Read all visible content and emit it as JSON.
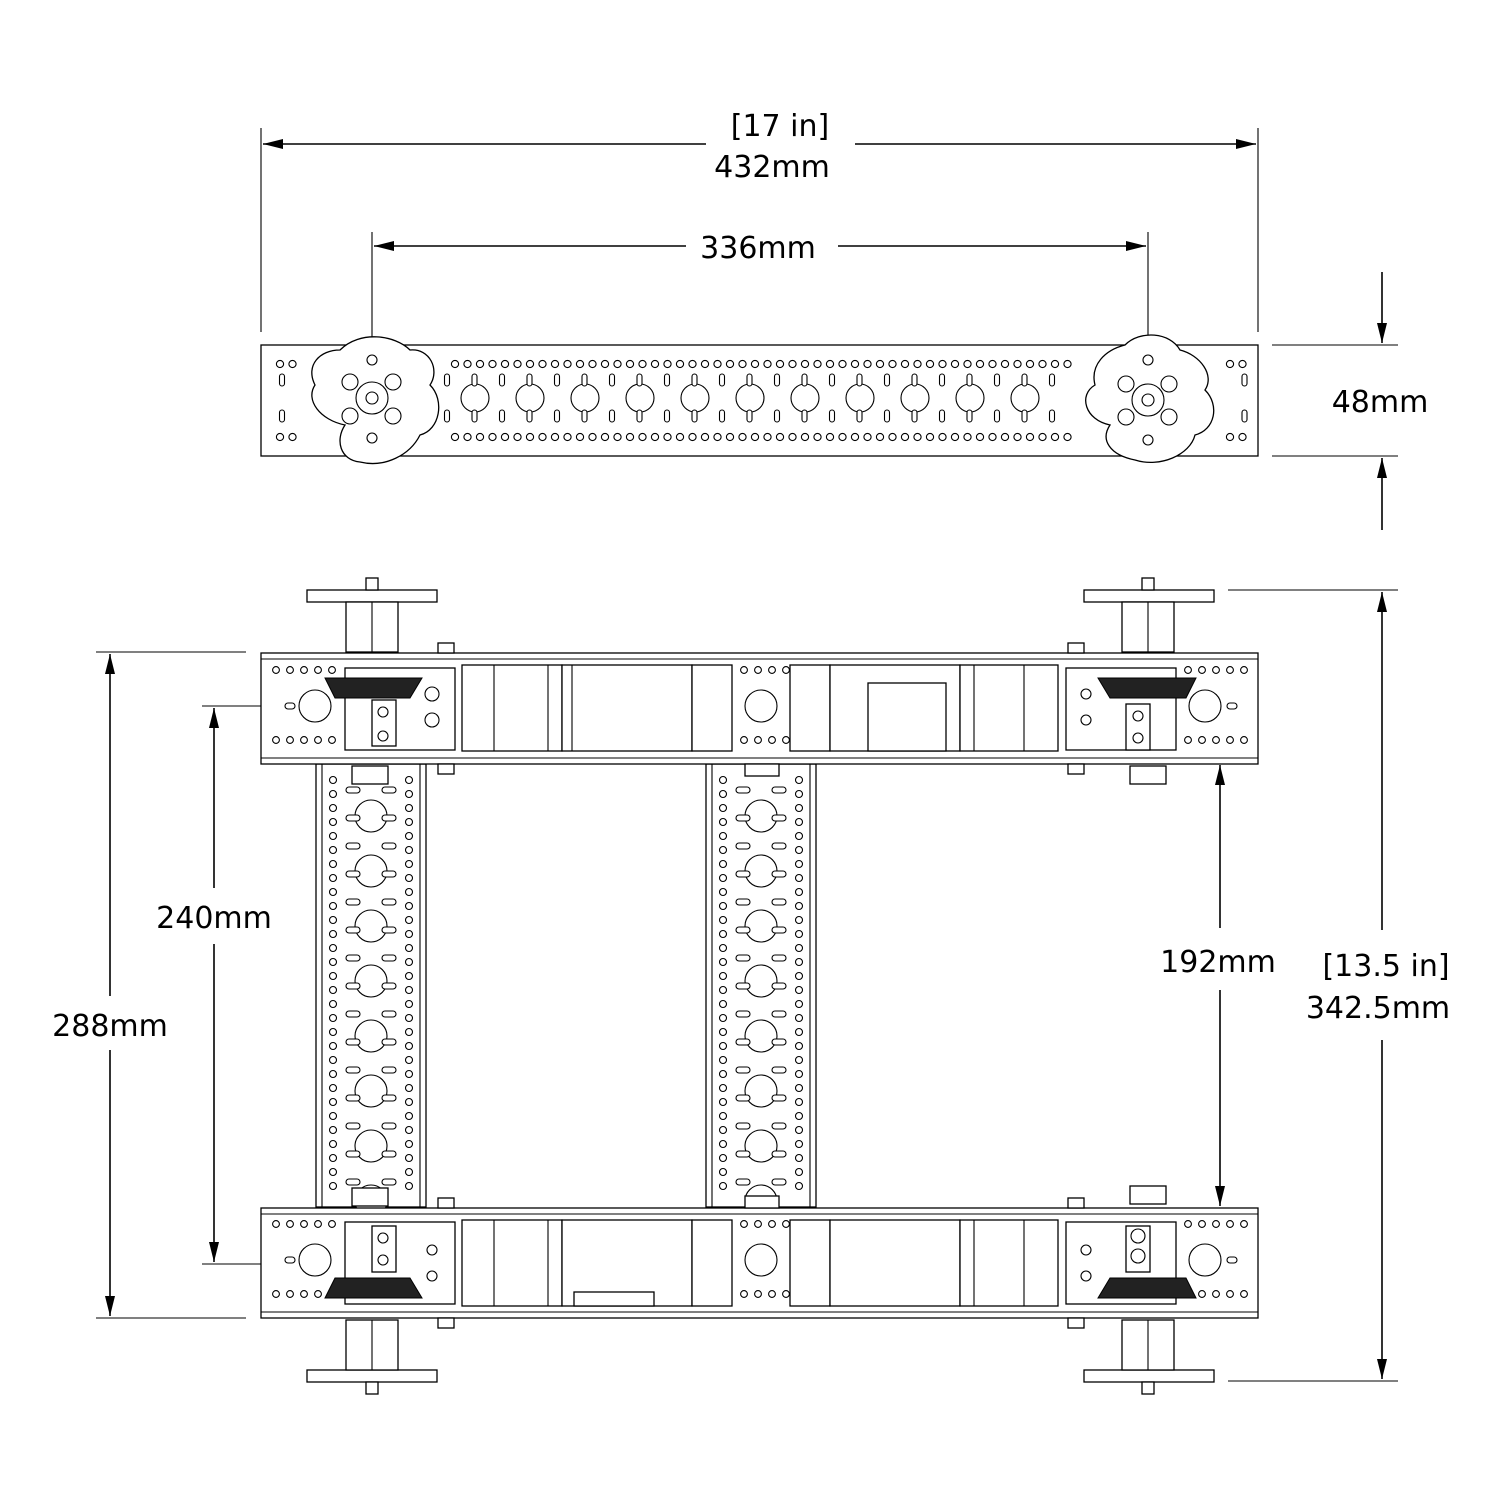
{
  "dimensions": {
    "overall_width_in": "[17 in]",
    "overall_width_mm": "432mm",
    "wheel_spacing": "336mm",
    "channel_height": "48mm",
    "inner_spacing": "240mm",
    "outer_spacing": "288mm",
    "rail_gap": "192mm",
    "overall_length_in": "[13.5 in]",
    "overall_length_mm": "342.5mm"
  }
}
